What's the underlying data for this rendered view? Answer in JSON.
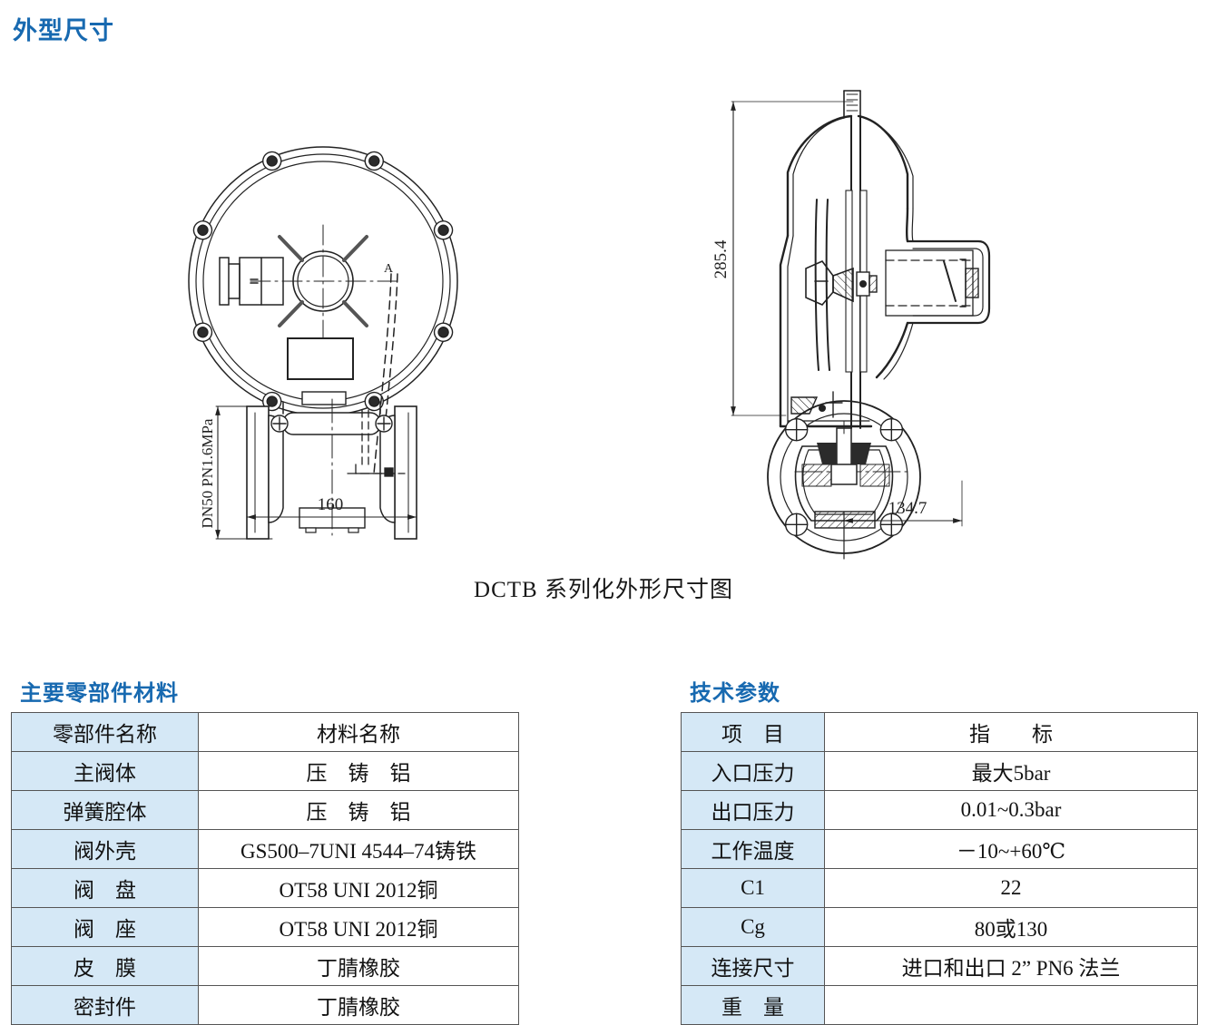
{
  "page": {
    "heading": "外型尺寸",
    "figure_caption": "DCTB 系列化外形尺寸图",
    "accent_color": "#1769b0",
    "table_header_fill": "#d5e8f6",
    "line_color": "#555555"
  },
  "drawing": {
    "views": [
      {
        "name": "top-view-with-body",
        "position": "left"
      },
      {
        "name": "section-view",
        "position": "right"
      }
    ],
    "dimensions": {
      "left_vertical_label": "DN50 PN1.6MPa",
      "left_horizontal_label": "160",
      "right_vertical_label": "285.4",
      "right_horizontal_label": "134.7",
      "detail_marker": "A"
    }
  },
  "materials_table": {
    "title": "主要零部件材料",
    "headers": [
      "零部件名称",
      "材料名称"
    ],
    "rows": [
      {
        "key": "主阀体",
        "value": "压　铸　铝"
      },
      {
        "key": "弹簧腔体",
        "value": "压　铸　铝"
      },
      {
        "key": "阀外壳",
        "value": "GS500–7UNI  4544–74铸铁"
      },
      {
        "key": "阀　盘",
        "value": "OT58 UNI  2012铜"
      },
      {
        "key": "阀　座",
        "value": "OT58 UNI  2012铜"
      },
      {
        "key": "皮　膜",
        "value": "丁腈橡胶"
      },
      {
        "key": "密封件",
        "value": "丁腈橡胶"
      }
    ]
  },
  "tech_table": {
    "title": "技术参数",
    "headers": [
      "项　目",
      "指　　标"
    ],
    "rows": [
      {
        "key": "入口压力",
        "value": "最大5bar"
      },
      {
        "key": "出口压力",
        "value": "0.01~0.3bar"
      },
      {
        "key": "工作温度",
        "value": "－10~+60℃"
      },
      {
        "key": "C1",
        "value": "22"
      },
      {
        "key": "Cg",
        "value": "80或130"
      },
      {
        "key": "连接尺寸",
        "value": "进口和出口 2” PN6 法兰"
      },
      {
        "key": "重　量",
        "value": ""
      }
    ]
  }
}
